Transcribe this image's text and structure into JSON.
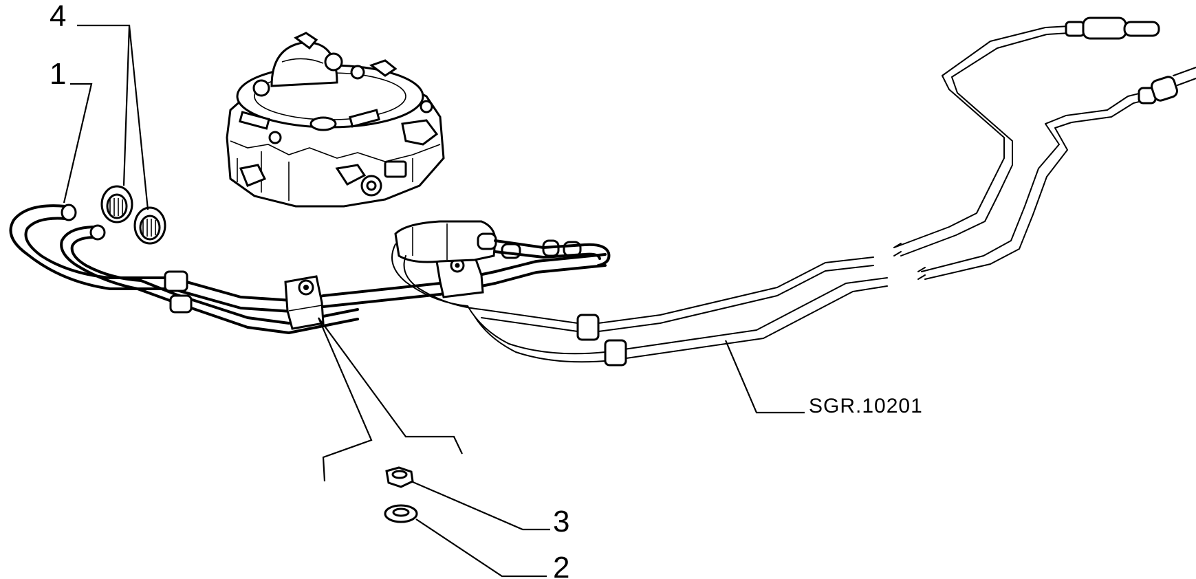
{
  "diagram": {
    "callouts": [
      {
        "id": "callout-4",
        "label": "4"
      },
      {
        "id": "callout-1",
        "label": "1"
      },
      {
        "id": "callout-3",
        "label": "3"
      },
      {
        "id": "callout-2",
        "label": "2"
      }
    ],
    "reference_code": "SGR.10201"
  }
}
